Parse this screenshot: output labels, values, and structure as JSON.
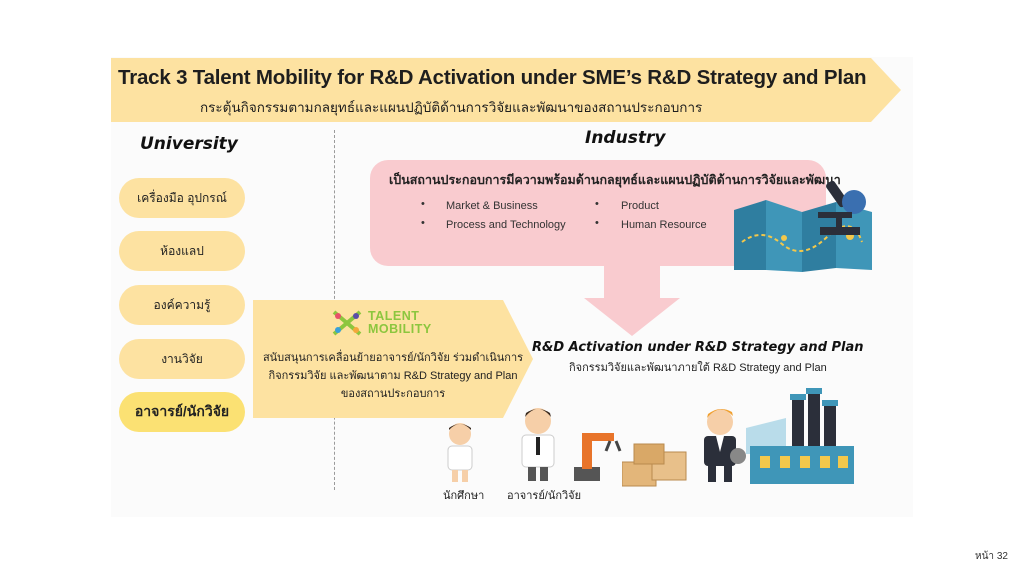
{
  "header": {
    "title": "Track 3 Talent Mobility for R&D Activation under SME’s R&D Strategy and Plan",
    "subtitle": "กระตุ้นกิจกรรมตามกลยุทธ์และแผนปฏิบัติด้านการวิจัยและพัฒนาของสถานประกอบการ"
  },
  "university": {
    "heading": "University",
    "items": [
      "เครื่องมือ อุปกรณ์",
      "ห้องแลป",
      "องค์ความรู้",
      "งานวิจัย",
      "อาจารย์/นักวิจัย"
    ]
  },
  "industry": {
    "heading": "Industry",
    "box_title": "เป็นสถานประกอบการมีความพร้อมด้านกลยุทธ์และแผนปฏิบัติด้านการวิจัยและพัฒนา",
    "bullets": [
      "Market & Business",
      "Product",
      "Process and Technology",
      "Human Resource"
    ]
  },
  "talent_mobility": {
    "logo_line1": "TALENT",
    "logo_line2": "MOBILITY",
    "description": "สนับสนุนการเคลื่อนย้ายอาจารย์/นักวิจัย ร่วมดำเนินการ กิจกรรมวิจัย และพัฒนาตาม R&D Strategy and Plan ของสถานประกอบการ"
  },
  "activation": {
    "title": "R&D Activation under R&D Strategy and Plan",
    "subtitle": "กิจกรรมวิจัยและพัฒนาภายใต้ R&D Strategy and Plan"
  },
  "people": {
    "student_label": "นักศึกษา",
    "researcher_label": "อาจารย์/นักวิจัย"
  },
  "page_number": "หน้า 32",
  "colors": {
    "banner": "#fde2a1",
    "pill": "#fde2a1",
    "pill_strong": "#fbe173",
    "pink": "#f9cbcf",
    "logo_green": "#8cc63e"
  }
}
